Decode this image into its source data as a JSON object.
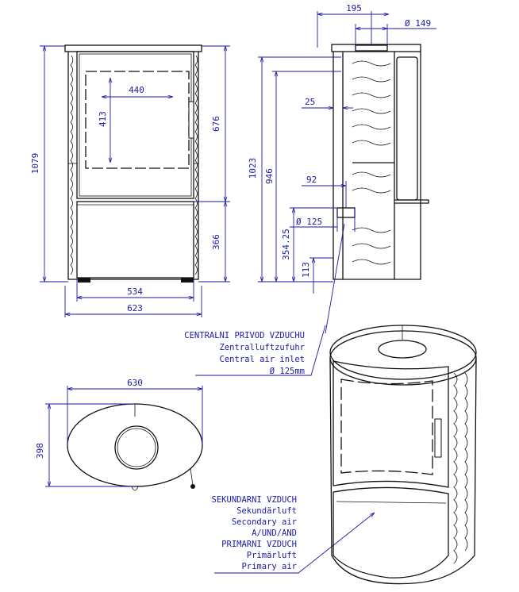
{
  "front_view": {
    "dims": {
      "height_total": "1079",
      "height_upper": "676",
      "height_lower": "366",
      "glass_width": "440",
      "glass_height": "413",
      "width_inner": "534",
      "width_total": "623"
    }
  },
  "side_view": {
    "dims": {
      "flue_offset": "195",
      "flue_diameter": "Ø 149",
      "height_flue": "1023",
      "height_top": "946",
      "offset_25": "25",
      "inlet_offset": "92",
      "inlet_diameter": "Ø 125",
      "inlet_height": "354.25",
      "air_height": "113"
    }
  },
  "top_view": {
    "dims": {
      "width": "630",
      "depth": "398"
    }
  },
  "labels": {
    "central_air": [
      "CENTRALNI PRIVOD VZDUCHU",
      "Zentralluftzufuhr",
      "Central air inlet",
      "Ø 125mm"
    ],
    "secondary_primary_air": [
      "SEKUNDARNI VZDUCH",
      "Sekundärluft",
      "Secondary air",
      "A/UND/AND",
      "PRIMARNI VZDUCH",
      "Primärluft",
      "Primary air"
    ]
  }
}
